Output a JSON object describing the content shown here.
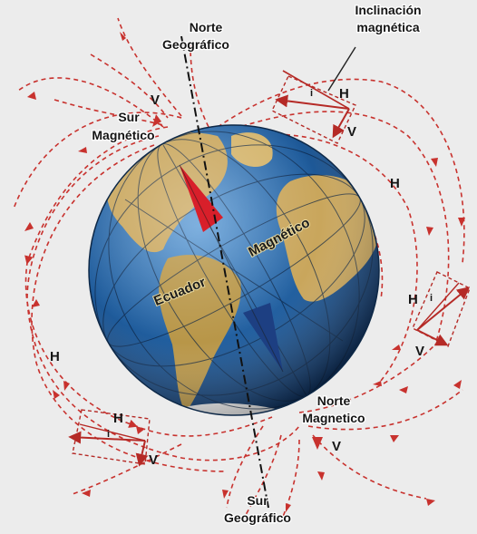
{
  "labels": {
    "norte_geografico": [
      "Norte",
      "Geográfico"
    ],
    "sur_geografico": [
      "Sur",
      "Geográfico"
    ],
    "sur_magnetico": [
      "Sur",
      "Magnético"
    ],
    "norte_magnetico": [
      "Norte",
      "Magnetico"
    ],
    "inclinacion_magnetica": [
      "Inclinación",
      "magnética"
    ],
    "ecuador": "Ecuador",
    "magnetico_axis": "Magnético"
  },
  "field_symbols": {
    "horizontal": "H",
    "vertical": "V",
    "inclination": "i"
  },
  "colors": {
    "background": "#ececec",
    "field_lines": "#c8322e",
    "ocean": "#1f5c9c",
    "land": "#c9a65c",
    "needle_red": "#d81f2a",
    "needle_blue": "#1d3f82"
  }
}
